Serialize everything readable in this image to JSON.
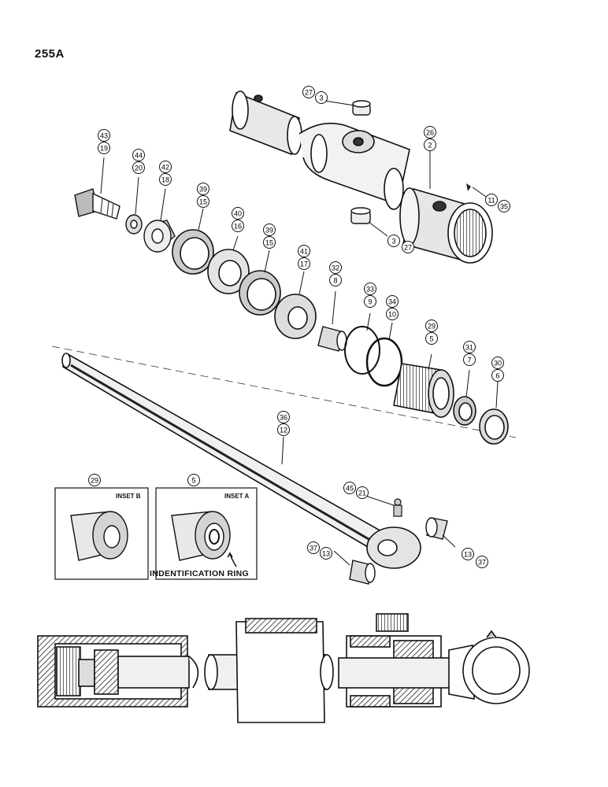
{
  "page": {
    "number": "255A"
  },
  "insets": [
    {
      "callout": "29",
      "label": "INSET B"
    },
    {
      "callout": "5",
      "label": "INSET A"
    }
  ],
  "identification_ring_label": "INDENTIFICATION RING",
  "callouts": [
    {
      "id": "c-27a",
      "top": "27",
      "bottom": "3"
    },
    {
      "id": "c-26",
      "top": "26",
      "bottom": "2"
    },
    {
      "id": "c-11-35",
      "top": "11",
      "bottom": "35"
    },
    {
      "id": "c-3-27",
      "top": "3",
      "bottom": "27"
    },
    {
      "id": "c-43",
      "top": "43",
      "bottom": "19"
    },
    {
      "id": "c-44",
      "top": "44",
      "bottom": "20"
    },
    {
      "id": "c-42",
      "top": "42",
      "bottom": "18"
    },
    {
      "id": "c-39a",
      "top": "39",
      "bottom": "15"
    },
    {
      "id": "c-40",
      "top": "40",
      "bottom": "16"
    },
    {
      "id": "c-39b",
      "top": "39",
      "bottom": "15"
    },
    {
      "id": "c-41",
      "top": "41",
      "bottom": "17"
    },
    {
      "id": "c-32",
      "top": "32",
      "bottom": "8"
    },
    {
      "id": "c-33",
      "top": "33",
      "bottom": "9"
    },
    {
      "id": "c-34",
      "top": "34",
      "bottom": "10"
    },
    {
      "id": "c-29",
      "top": "29",
      "bottom": "5"
    },
    {
      "id": "c-31",
      "top": "31",
      "bottom": "7"
    },
    {
      "id": "c-30",
      "top": "30",
      "bottom": "6"
    },
    {
      "id": "c-36",
      "top": "36",
      "bottom": "12"
    },
    {
      "id": "c-45",
      "top": "45",
      "bottom": "21"
    },
    {
      "id": "c-13-37",
      "top": "13",
      "bottom": "37"
    },
    {
      "id": "c-37-13",
      "top": "37",
      "bottom": "13"
    }
  ]
}
